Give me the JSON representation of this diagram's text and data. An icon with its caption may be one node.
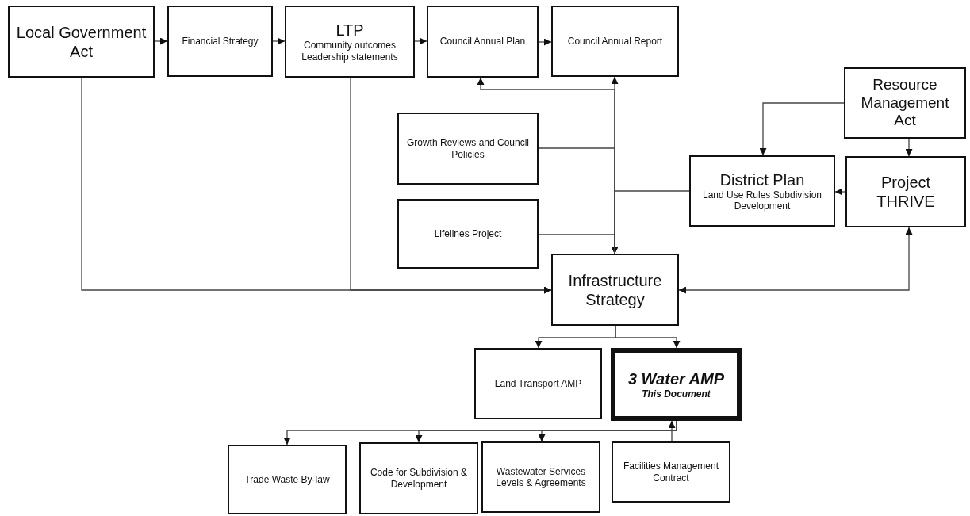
{
  "diagram": {
    "nodes": [
      {
        "text": [
          "Local Government Act"
        ]
      },
      {
        "text": [
          "Financial Strategy"
        ]
      },
      {
        "text": [
          "LTP",
          "Community outcomes Leadership statements"
        ]
      },
      {
        "text": [
          "Council Annual Plan"
        ]
      },
      {
        "text": [
          "Council Annual Report"
        ]
      },
      {
        "text": [
          "Resource Management Act"
        ]
      },
      {
        "text": [
          "Growth Reviews and Council Policies"
        ]
      },
      {
        "text": [
          "District Plan",
          "Land Use Rules Subdivision Development"
        ]
      },
      {
        "text": [
          "Project THRIVE"
        ]
      },
      {
        "text": [
          "Lifelines Project"
        ]
      },
      {
        "text": [
          "Infrastructure Strategy"
        ]
      },
      {
        "text": [
          "Land Transport AMP"
        ]
      },
      {
        "text": [
          "3 Water AMP",
          "This Document"
        ]
      },
      {
        "text": [
          "Trade Waste By-law"
        ]
      },
      {
        "text": [
          "Code for Subdivision & Development"
        ]
      },
      {
        "text": [
          "Wastewater Services Levels & Agreements"
        ]
      },
      {
        "text": [
          "Facilities Management Contract"
        ]
      }
    ],
    "edges": [
      {
        "from": 0,
        "to": 1,
        "arrow": "to"
      },
      {
        "from": 1,
        "to": 2,
        "arrow": "to"
      },
      {
        "from": 2,
        "to": 3,
        "arrow": "to"
      },
      {
        "from": 3,
        "to": 4,
        "arrow": "to"
      },
      {
        "from": 0,
        "to": 10,
        "arrow": "to"
      },
      {
        "from": 2,
        "to": 10,
        "arrow": "to"
      },
      {
        "from": 5,
        "to": 7,
        "arrow": "to"
      },
      {
        "from": 5,
        "to": 8,
        "arrow": "to"
      },
      {
        "from": 8,
        "to": 7,
        "arrow": "to"
      },
      {
        "from": 7,
        "to": 10,
        "arrow": "to"
      },
      {
        "from": 6,
        "to": 10,
        "arrow": "to"
      },
      {
        "from": 9,
        "to": 10,
        "arrow": "to"
      },
      {
        "from": 10,
        "to": 4,
        "arrow": "to"
      },
      {
        "from": 10,
        "to": 3,
        "arrow": "to"
      },
      {
        "from": 10,
        "to": 8,
        "arrow": "both"
      },
      {
        "from": 10,
        "to": 11,
        "arrow": "to"
      },
      {
        "from": 10,
        "to": 12,
        "arrow": "to"
      },
      {
        "from": 12,
        "to": 13,
        "arrow": "to"
      },
      {
        "from": 12,
        "to": 14,
        "arrow": "to"
      },
      {
        "from": 12,
        "to": 15,
        "arrow": "to"
      },
      {
        "from": 16,
        "to": 12,
        "arrow": "to"
      }
    ]
  }
}
